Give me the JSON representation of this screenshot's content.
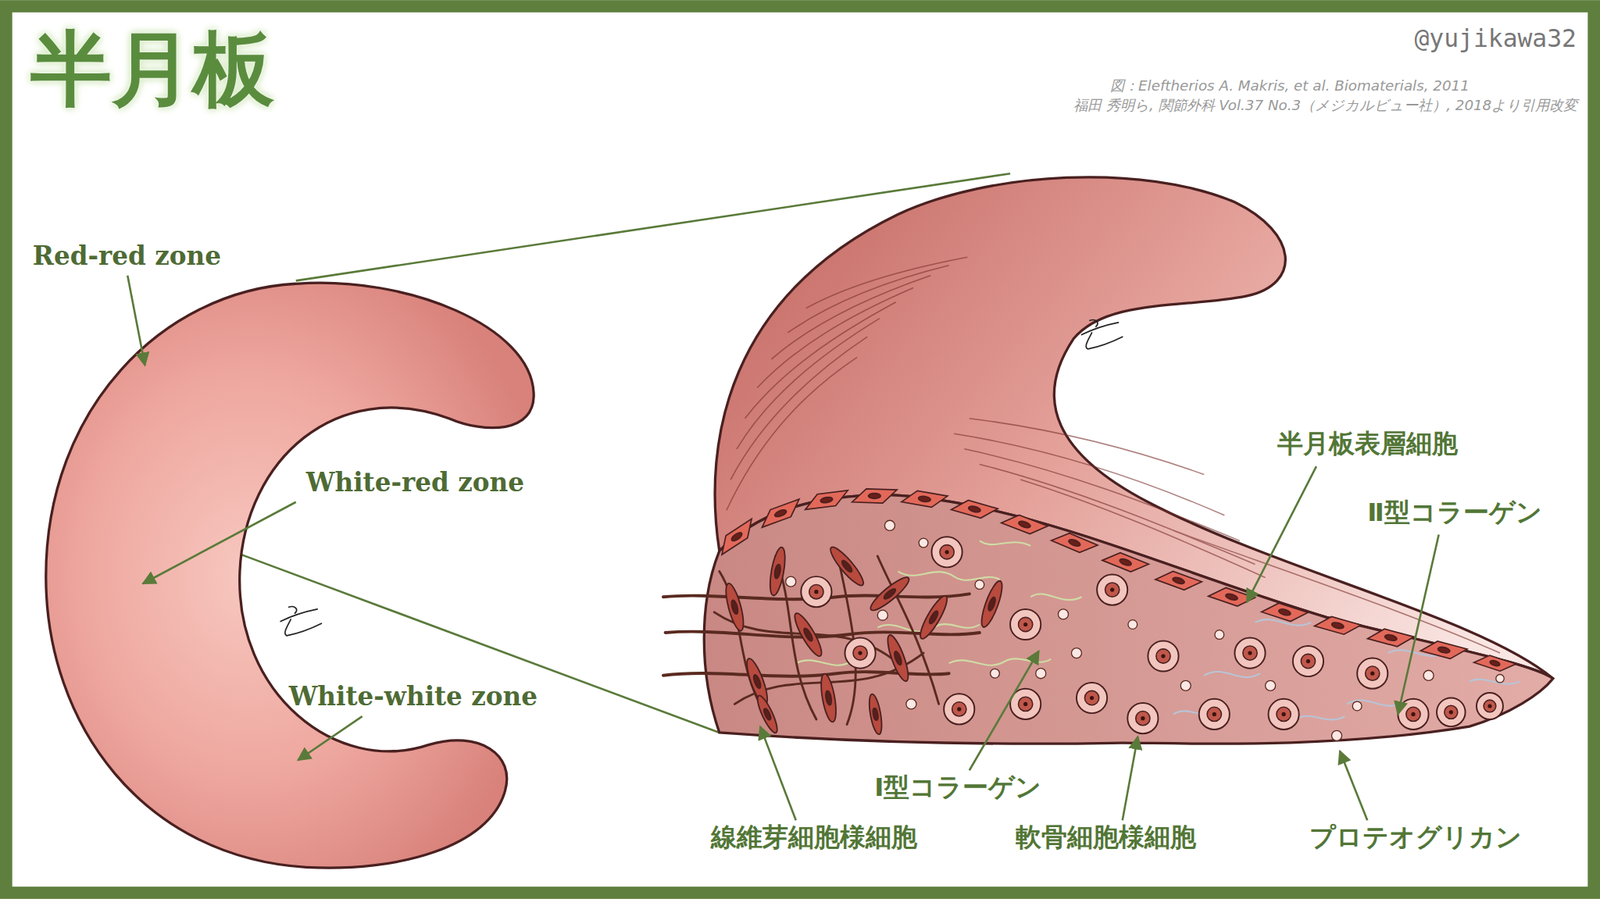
{
  "diagram": {
    "title": "半月板",
    "labels": [
      "@yujikawa32",
      "図：Eleftherios A. Makris, et al. Biomaterials, 2011",
      "福田 秀明ら, 関節外科 Vol.37 No.3（メジカルビュー社）, 2018より引用改変",
      "Red-red zone",
      "White-red zone",
      "White-white zone",
      "半月板表層細胞",
      "Ⅱ型コラーゲン",
      "Ⅰ型コラーゲン",
      "線維芽細胞様細胞",
      "軟骨細胞様細胞",
      "プロテオグリカン"
    ]
  }
}
